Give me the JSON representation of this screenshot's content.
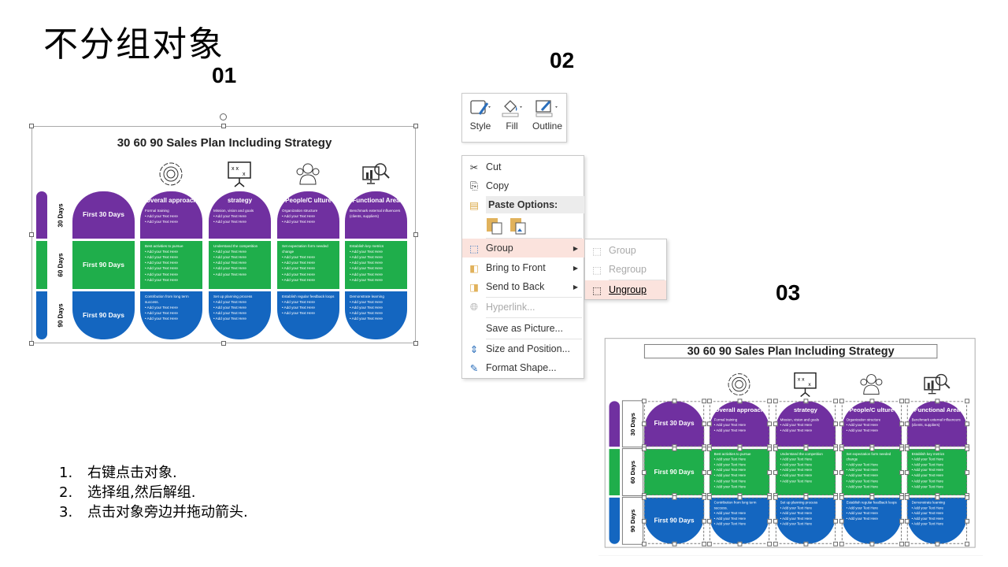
{
  "slide": {
    "title": "不分组对象",
    "step1": "01",
    "step2": "02",
    "step3": "03"
  },
  "plan": {
    "title": "30 60 90 Sales Plan Including Strategy",
    "row_labels": [
      "30 Days",
      "60 Days",
      "90 Days"
    ],
    "first_col": [
      "First 30 Days",
      "First 90 Days",
      "First 90 Days"
    ],
    "colors": {
      "purple": "#7030a0",
      "green": "#1fae4b",
      "blue": "#1466c0"
    },
    "columns": [
      {
        "header": "Overall approach",
        "icon": "target-icon",
        "cells": [
          {
            "lead": "Formal training",
            "bullets": [
              "Add your Text Here",
              "Add your Text Here"
            ]
          },
          {
            "lead": "Best activities to pursue",
            "bullets": [
              "Add your Text Here",
              "Add your Text Here",
              "Add your Text Here",
              "Add your Text Here",
              "Add your Text Here",
              "Add your Text Here"
            ]
          },
          {
            "lead": "Contribution from long term success.",
            "bullets": [
              "Add your Text Here",
              "Add your Text Here",
              "Add your Text Here"
            ]
          }
        ]
      },
      {
        "header": "strategy",
        "icon": "strategy-board-icon",
        "cells": [
          {
            "lead": "Mission, vision and goals",
            "bullets": [
              "Add your Text Here",
              "Add your Text Here"
            ]
          },
          {
            "lead": "Understand the competition",
            "bullets": [
              "Add your Text Here",
              "Add your Text Here",
              "Add your Text Here",
              "Add your Text Here",
              "Add your Text Here"
            ]
          },
          {
            "lead": "Set up planning process",
            "bullets": [
              "Add your Text Here",
              "Add your Text Here",
              "Add your Text Here",
              "Add your Text Here"
            ]
          }
        ]
      },
      {
        "header": "People/C ulture",
        "icon": "people-icon",
        "cells": [
          {
            "lead": "Organization structure",
            "bullets": [
              "Add your Text Here",
              "Add your Text Here"
            ]
          },
          {
            "lead": "Set expectation form needed change",
            "bullets": [
              "Add your Text Here",
              "Add your Text Here",
              "Add your Text Here",
              "Add your Text Here",
              "Add your Text Here"
            ]
          },
          {
            "lead": "Establish regular feedback loops",
            "bullets": [
              "Add your Text Here",
              "Add your Text Here",
              "Add your Text Here"
            ]
          }
        ]
      },
      {
        "header": "Functional Area",
        "icon": "analytics-icon",
        "cells": [
          {
            "lead": "Benchmark external influencers (clients, suppliers)",
            "bullets": []
          },
          {
            "lead": "Establish key metrics",
            "bullets": [
              "Add your Text Here",
              "Add your Text Here",
              "Add your Text Here",
              "Add your Text Here",
              "Add your Text Here",
              "Add your Text Here"
            ]
          },
          {
            "lead": "Demonstrate learning",
            "bullets": [
              "Add your Text Here",
              "Add your Text Here",
              "Add your Text Here",
              "Add your Text Here"
            ]
          }
        ]
      }
    ]
  },
  "ribbon": {
    "style": "Style",
    "fill": "Fill",
    "outline": "Outline"
  },
  "menu": {
    "cut": "Cut",
    "copy": "Copy",
    "paste_options": "Paste Options:",
    "group": "Group",
    "bring_to_front": "Bring to Front",
    "send_to_back": "Send to Back",
    "hyperlink": "Hyperlink...",
    "save_as_picture": "Save as Picture...",
    "size_and_position": "Size and Position...",
    "format_shape": "Format Shape..."
  },
  "submenu": {
    "group": "Group",
    "regroup": "Regroup",
    "ungroup": "Ungroup"
  },
  "steps": [
    {
      "num": "1.",
      "text": "右键点击对象."
    },
    {
      "num": "2.",
      "text": "选择组,然后解组."
    },
    {
      "num": "3.",
      "text": "点击对象旁边并拖动箭头."
    }
  ]
}
